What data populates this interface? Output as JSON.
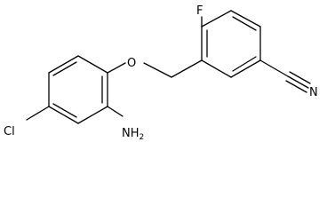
{
  "molecule": {
    "atoms": {
      "fluorine": "F",
      "oxygen": "O",
      "nitrogen": "N",
      "chlorine": "Cl",
      "amine_n": "NH",
      "amine_sub": "2"
    }
  }
}
